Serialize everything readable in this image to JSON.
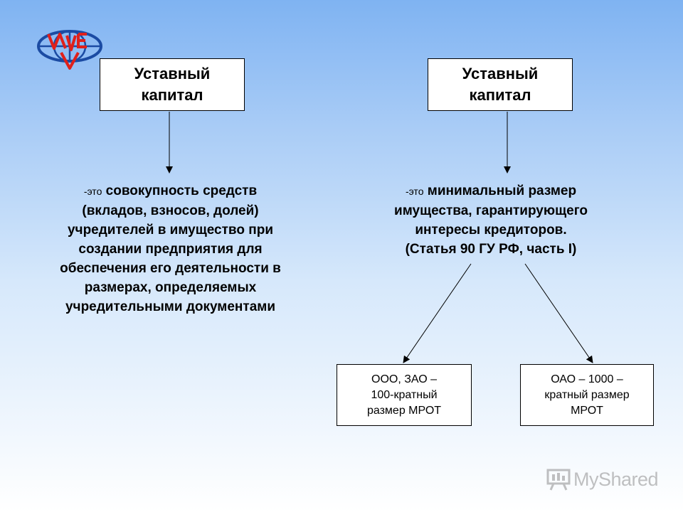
{
  "logo": {
    "alt_text": "MVE",
    "colors": {
      "globe": "#1b4ba3",
      "letters": "#e0201b"
    }
  },
  "nodes": {
    "left_title": {
      "line1": "Уставный",
      "line2": "капитал"
    },
    "right_title": {
      "line1": "Уставный",
      "line2": "капитал"
    },
    "left_desc": {
      "prefix": "-это",
      "lines": [
        "совокупность средств",
        "(вкладов, взносов, долей)",
        "учредителей в имущество при",
        "создании предприятия для",
        "обеспечения его деятельности в",
        "размерах, определяемых",
        "учредительными документами"
      ]
    },
    "right_desc": {
      "prefix": "-это",
      "lines": [
        "минимальный размер",
        "имущества, гарантирующего",
        "интересы кредиторов.",
        "(Статья 90 ГУ РФ, часть I)"
      ]
    },
    "ooo_box": {
      "lines": [
        "ООО, ЗАО –",
        "100-кратный",
        "размер МРОТ"
      ]
    },
    "oao_box": {
      "lines": [
        "ОАО – 1000 –",
        "кратный размер",
        "МРОТ"
      ]
    }
  },
  "edges": [
    {
      "from": "left_title",
      "to": "left_desc"
    },
    {
      "from": "right_title",
      "to": "right_desc"
    },
    {
      "from": "right_desc",
      "to": "ooo_box"
    },
    {
      "from": "right_desc",
      "to": "oao_box"
    }
  ],
  "watermark": {
    "text": "MyShared",
    "icon": "presentation-board-icon"
  }
}
